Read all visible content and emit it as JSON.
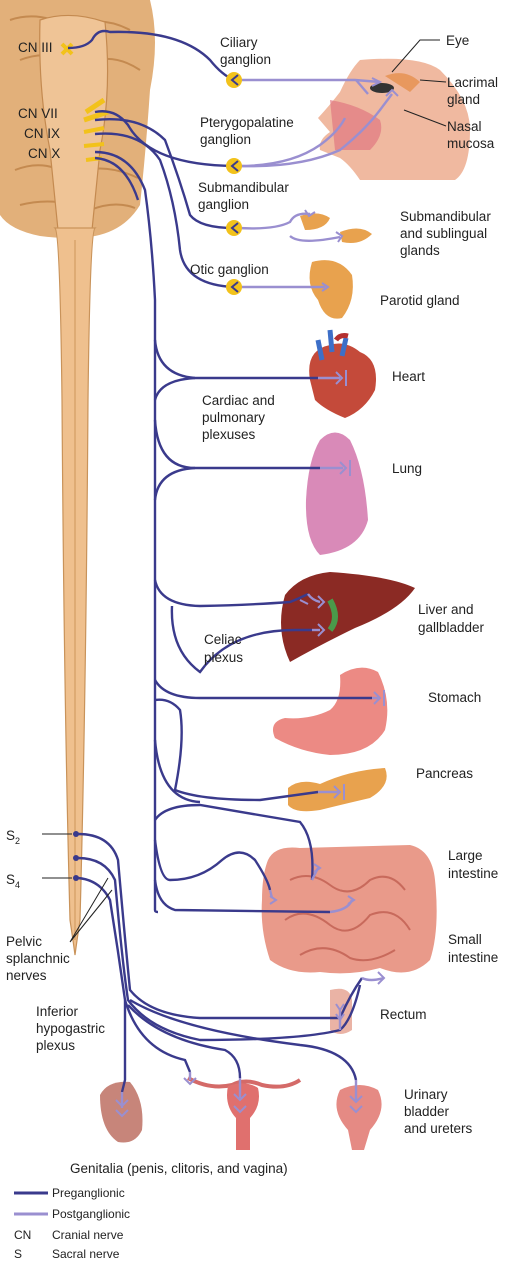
{
  "colors": {
    "preganglionic": "#3a3a8c",
    "postganglionic": "#9a8fd0",
    "ganglion": "#f2c21b",
    "cord": "#e8b47a",
    "organ_pink": "#e9808a",
    "liver": "#8b2a24",
    "lung": "#d98ab8",
    "pancreas": "#e8a24e"
  },
  "cranial_nerves": {
    "cn3": "CN III",
    "cn7": "CN VII",
    "cn9": "CN IX",
    "cn10": "CN X"
  },
  "sacral": {
    "s2_base": "S",
    "s2_sub": "2",
    "s4_base": "S",
    "s4_sub": "4"
  },
  "ganglia": {
    "ciliary": [
      "Ciliary",
      "ganglion"
    ],
    "pterygopalatine": [
      "Pterygopalatine",
      "ganglion"
    ],
    "submandibular": [
      "Submandibular",
      "ganglion"
    ],
    "otic": "Otic ganglion"
  },
  "plexuses": {
    "cardiac": [
      "Cardiac and",
      "pulmonary",
      "plexuses"
    ],
    "celiac": [
      "Celiac",
      "plexus"
    ],
    "pelvic": [
      "Pelvic",
      "splanchnic",
      "nerves"
    ],
    "hypogastric": [
      "Inferior",
      "hypogastric",
      "plexus"
    ]
  },
  "organs": {
    "eye": "Eye",
    "lacrimal": [
      "Lacrimal",
      "gland"
    ],
    "nasal": [
      "Nasal",
      "mucosa"
    ],
    "submand_glands": [
      "Submandibular",
      "and sublingual",
      "glands"
    ],
    "parotid": "Parotid gland",
    "heart": "Heart",
    "lung": "Lung",
    "liver": [
      "Liver and",
      "gallbladder"
    ],
    "stomach": "Stomach",
    "pancreas": "Pancreas",
    "large_int": [
      "Large",
      "intestine"
    ],
    "small_int": [
      "Small",
      "intestine"
    ],
    "rectum": "Rectum",
    "bladder": [
      "Urinary",
      "bladder",
      "and ureters"
    ],
    "genitalia": "Genitalia (penis, clitoris, and vagina)"
  },
  "legend": {
    "pre": "Preganglionic",
    "post": "Postganglionic",
    "cn_abbr": "CN",
    "cn_full": "Cranial nerve",
    "s_abbr": "S",
    "s_full": "Sacral nerve"
  }
}
